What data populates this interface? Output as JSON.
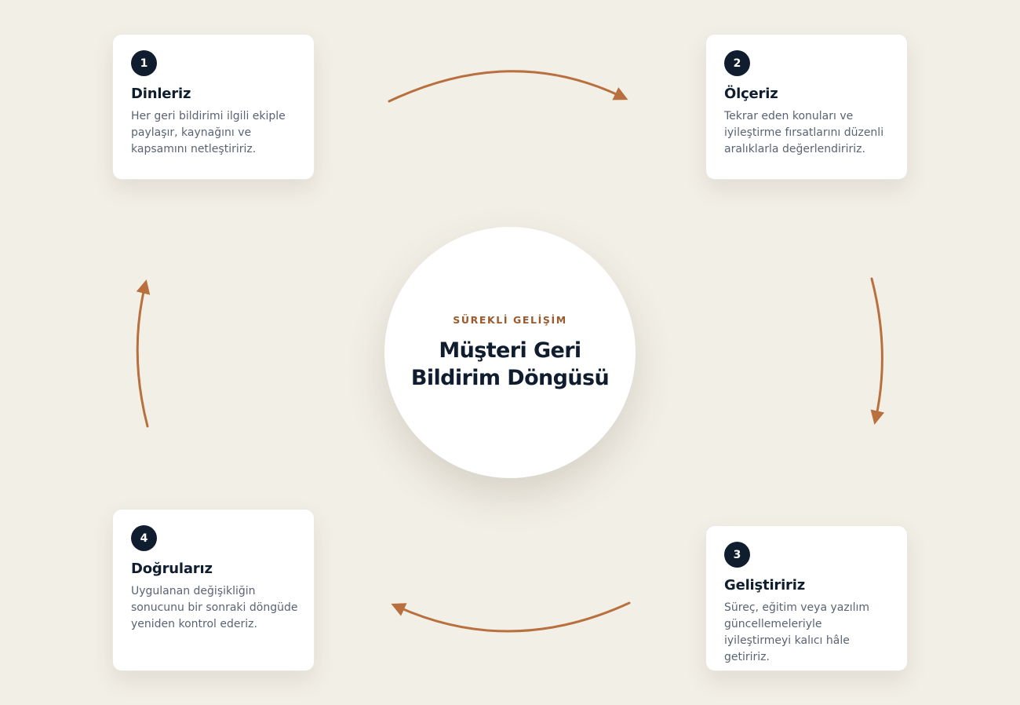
{
  "colors": {
    "background": "#f2efe6",
    "card": "#ffffff",
    "badge": "#0f1d2e",
    "title": "#0f1d2e",
    "body_text": "#5a6373",
    "accent": "#9a5a2c",
    "arrow": "#b8703f"
  },
  "center": {
    "eyebrow": "SÜREKLİ GELİŞİM",
    "title": "Müşteri Geri Bildirim Döngüsü"
  },
  "steps": [
    {
      "number": "1",
      "title": "Dinleriz",
      "text": "Her geri bildirimi ilgili ekiple paylaşır, kaynağını ve kapsamını netleştiririz."
    },
    {
      "number": "2",
      "title": "Ölçeriz",
      "text": "Tekrar eden konuları ve iyileştirme fırsatlarını düzenli aralıklarla değerlendiririz."
    },
    {
      "number": "3",
      "title": "Geliştiririz",
      "text": "Süreç, eğitim veya yazılım güncellemeleriyle iyileştirmeyi kalıcı hâle getiririz."
    },
    {
      "number": "4",
      "title": "Doğrularız",
      "text": "Uygulanan değişikliğin sonucunu bir sonraki döngüde yeniden kontrol ederiz."
    }
  ],
  "arrows": [
    {
      "from": "1",
      "to": "2",
      "direction": "right"
    },
    {
      "from": "2",
      "to": "3",
      "direction": "down"
    },
    {
      "from": "3",
      "to": "4",
      "direction": "left"
    },
    {
      "from": "4",
      "to": "1",
      "direction": "up"
    }
  ]
}
